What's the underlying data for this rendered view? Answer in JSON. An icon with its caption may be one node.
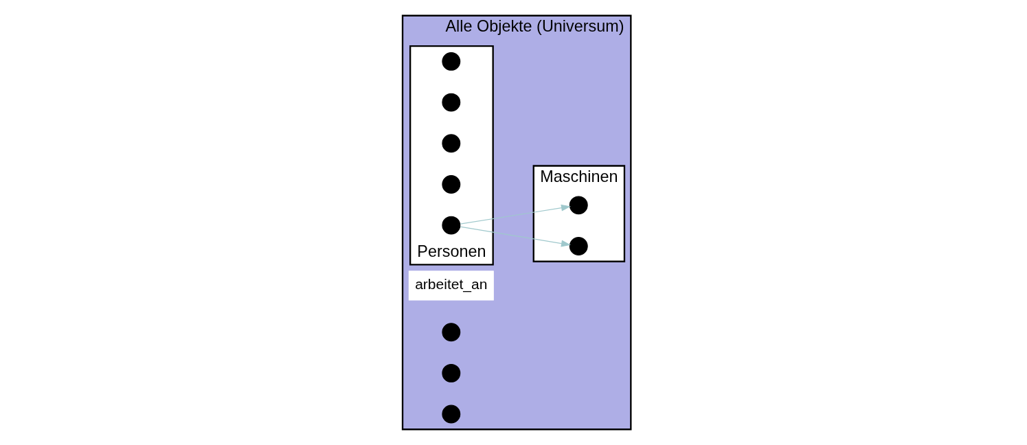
{
  "diagram": {
    "nodes": [
      {
        "text": [
          "Alle Objekte (Universum)"
        ]
      },
      {
        "text": [
          "Personen"
        ],
        "in": 0
      },
      {
        "text": [],
        "shape": "circle",
        "in": 1
      },
      {
        "text": [],
        "shape": "circle",
        "in": 1
      },
      {
        "text": [],
        "shape": "circle",
        "in": 1
      },
      {
        "text": [],
        "shape": "circle",
        "in": 1
      },
      {
        "text": [],
        "shape": "circle",
        "in": 1
      },
      {
        "text": [
          "Maschinen"
        ],
        "in": 0
      },
      {
        "text": [],
        "shape": "circle",
        "in": 7
      },
      {
        "text": [],
        "shape": "circle",
        "in": 7
      },
      {
        "text": [
          "arbeitet_an"
        ],
        "in": 0
      },
      {
        "text": [],
        "shape": "circle",
        "in": 0
      },
      {
        "text": [],
        "shape": "circle",
        "in": 0
      },
      {
        "text": [],
        "shape": "circle",
        "in": 0
      }
    ],
    "edges": [
      {
        "from": 6,
        "to": 9,
        "arrow": "to"
      },
      {
        "from": 6,
        "to": 8,
        "arrow": "to"
      }
    ]
  }
}
